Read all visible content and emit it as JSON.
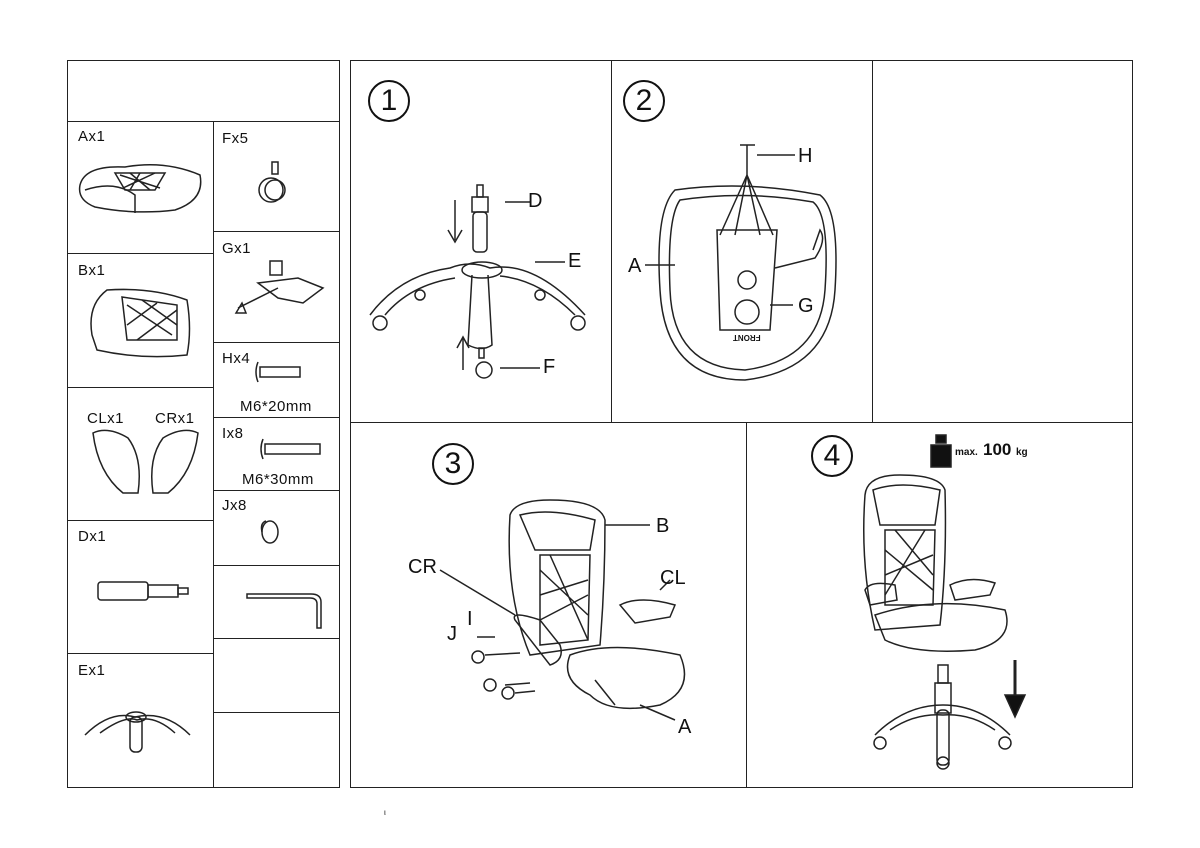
{
  "parts": {
    "A": "Ax1",
    "B": "Bx1",
    "CL": "CLx1",
    "CR": "CRx1",
    "D": "Dx1",
    "E": "Ex1",
    "F": "Fx5",
    "G": "Gx1",
    "H": "Hx4",
    "H_size": "M6*20mm",
    "I": "Ix8",
    "I_size": "M6*30mm",
    "J": "Jx8"
  },
  "steps": {
    "s1": {
      "number": "1",
      "labels": {
        "D": "D",
        "E": "E",
        "F": "F"
      }
    },
    "s2": {
      "number": "2",
      "labels": {
        "H": "H",
        "A": "A",
        "G": "G",
        "front": "FRONT"
      }
    },
    "s3": {
      "number": "3",
      "labels": {
        "B": "B",
        "CR": "CR",
        "CL": "CL",
        "J": "J",
        "I": "I",
        "A": "A"
      }
    },
    "s4": {
      "number": "4",
      "max_prefix": "max.",
      "max_value": "100",
      "max_unit": "kg"
    }
  },
  "footer_mark": "ι"
}
